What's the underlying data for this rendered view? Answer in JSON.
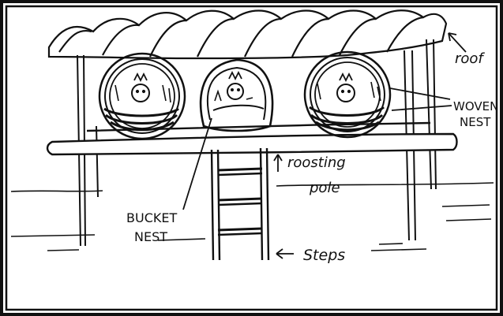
{
  "labels": {
    "roof": "roof",
    "woven_nest_line1": "WOVEN",
    "woven_nest_line2": "NEST",
    "roosting_pole_line1": "roosting",
    "roosting_pole_line2": "pole",
    "bucket_nest_line1": "BUCKET",
    "bucket_nest_line2": "NEST",
    "steps": "Steps"
  },
  "colors": {
    "ink": "#111111",
    "paper": "#ffffff"
  }
}
